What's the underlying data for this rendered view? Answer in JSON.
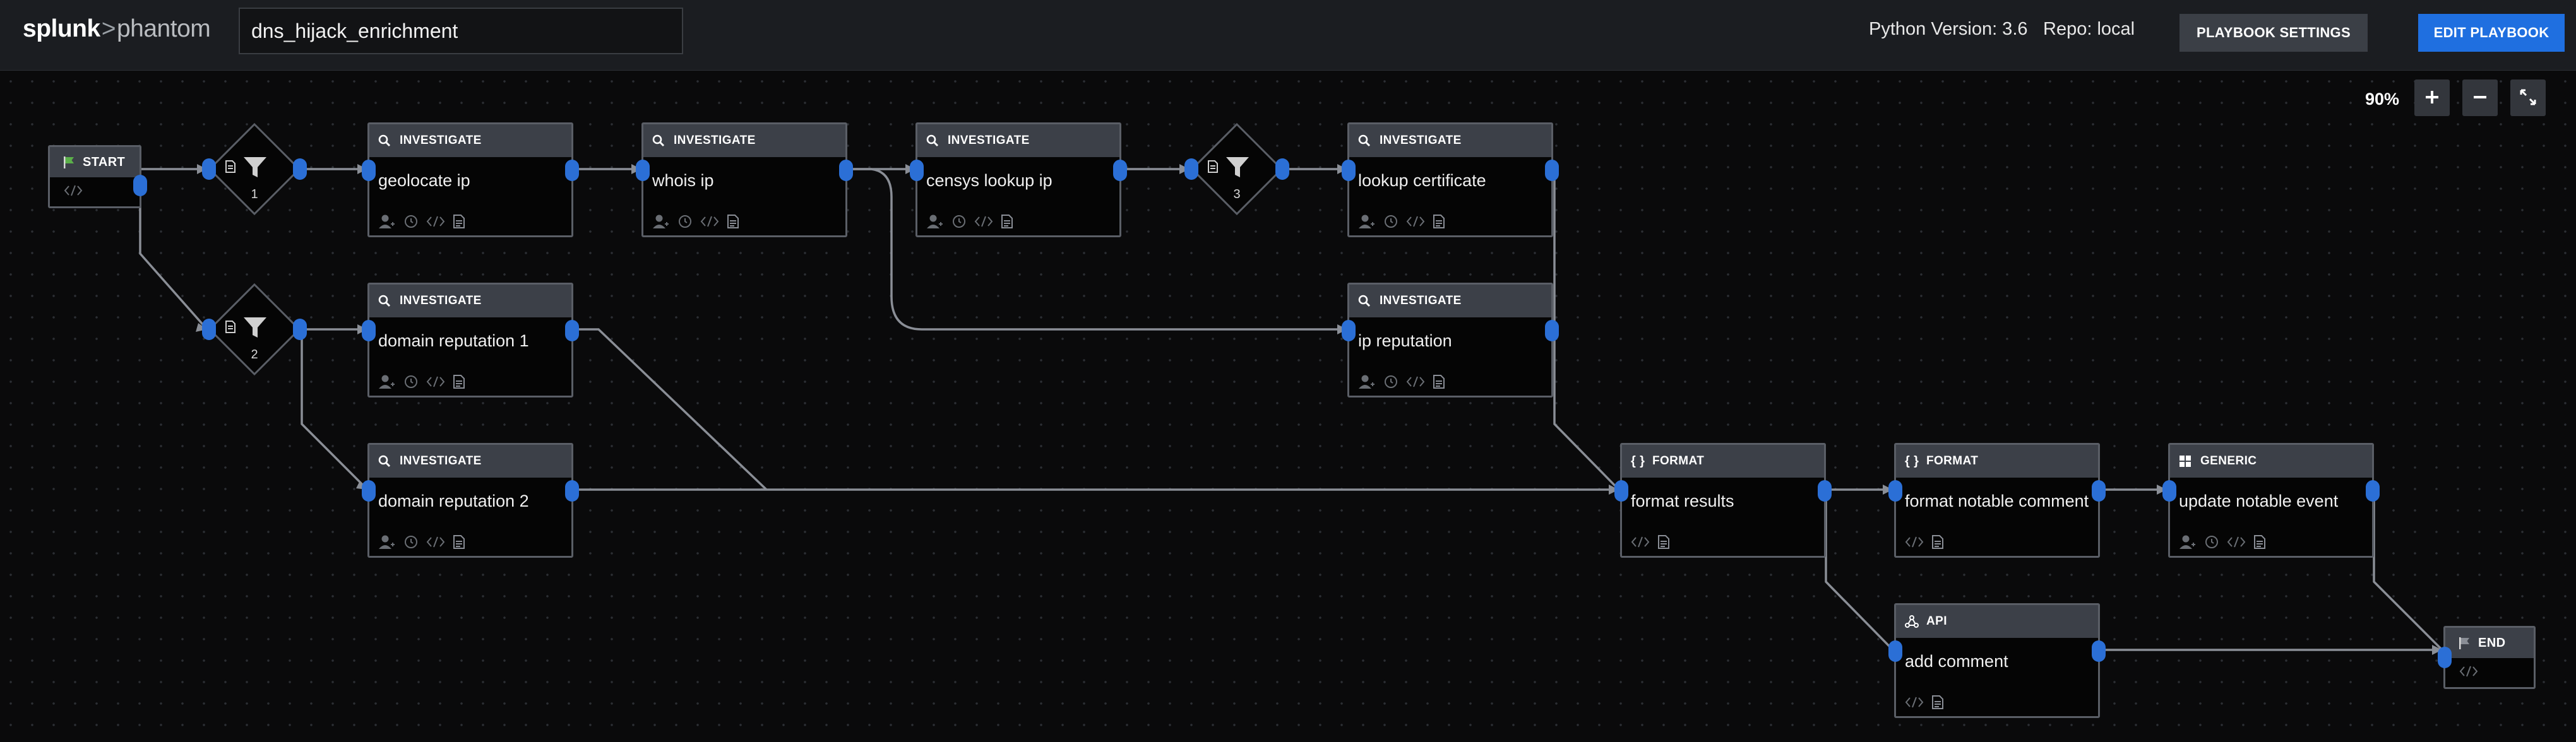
{
  "header": {
    "logo": {
      "word1": "splunk",
      "separator": ">",
      "word2": "phantom"
    },
    "playbook_name": "dns_hijack_enrichment",
    "python_version": "Python Version: 3.6",
    "repo": "Repo: local",
    "settings_button": "PLAYBOOK SETTINGS",
    "edit_button": "EDIT PLAYBOOK"
  },
  "zoom": {
    "level": "90%"
  },
  "colors": {
    "accent": "#2b6fd6",
    "header_bg": "#1b1d21",
    "node_header": "#3c4048",
    "edge": "#8a8e96"
  },
  "nodes": {
    "start": {
      "label": "START",
      "icon": "flag-icon"
    },
    "end": {
      "label": "END",
      "icon": "flag-icon"
    },
    "filter_1": {
      "number": "1",
      "icon": "filter-icon"
    },
    "filter_2": {
      "number": "2",
      "icon": "filter-icon"
    },
    "filter_3": {
      "number": "3",
      "icon": "filter-icon"
    },
    "geolocate_ip": {
      "type": "INVESTIGATE",
      "title": "geolocate ip"
    },
    "whois_ip": {
      "type": "INVESTIGATE",
      "title": "whois ip"
    },
    "censys_lookup_ip": {
      "type": "INVESTIGATE",
      "title": "censys lookup ip"
    },
    "lookup_certificate": {
      "type": "INVESTIGATE",
      "title": "lookup certificate"
    },
    "domain_reputation_1": {
      "type": "INVESTIGATE",
      "title": "domain reputation 1"
    },
    "ip_reputation": {
      "type": "INVESTIGATE",
      "title": "ip reputation"
    },
    "domain_reputation_2": {
      "type": "INVESTIGATE",
      "title": "domain reputation 2"
    },
    "format_results": {
      "type": "FORMAT",
      "title": "format results"
    },
    "format_notable_comment": {
      "type": "FORMAT",
      "title": "format notable comment"
    },
    "update_notable_event": {
      "type": "GENERIC",
      "title": "update notable event"
    },
    "add_comment": {
      "type": "API",
      "title": "add comment"
    }
  }
}
